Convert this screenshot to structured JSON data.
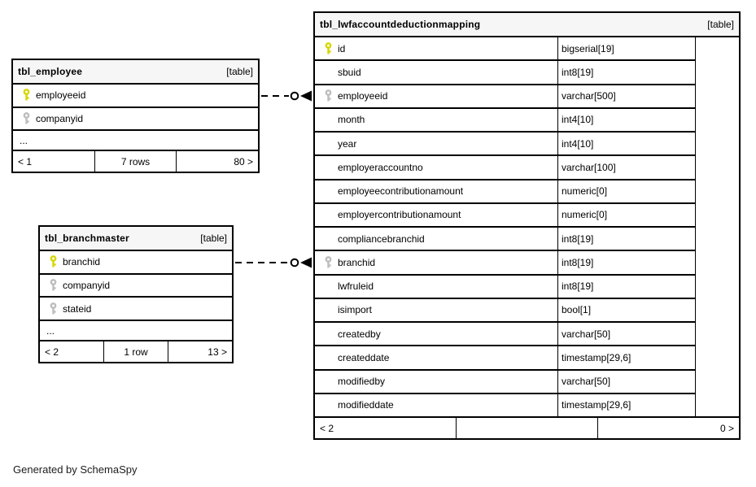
{
  "diagram": {
    "generated_by": "Generated by SchemaSpy",
    "colors": {
      "primary_key": "#d6d600",
      "foreign_key": "#bdbdbd",
      "header_bg": "#f6f6f6",
      "border": "#000000"
    },
    "relationships": [
      {
        "from": "tbl_employee.employeeid",
        "to": "tbl_lwfaccountdeductionmapping.employeeid"
      },
      {
        "from": "tbl_branchmaster.branchid",
        "to": "tbl_lwfaccountdeductionmapping.branchid"
      }
    ],
    "tables": [
      {
        "name": "tbl_employee",
        "tag": "[table]",
        "ellipsis": "...",
        "columns": [
          {
            "name": "employeeid",
            "key": "primary",
            "type": ""
          },
          {
            "name": "companyid",
            "key": "foreign",
            "type": ""
          }
        ],
        "footer": {
          "left": "< 1",
          "center": "7 rows",
          "right": "80 >"
        }
      },
      {
        "name": "tbl_branchmaster",
        "tag": "[table]",
        "ellipsis": "...",
        "columns": [
          {
            "name": "branchid",
            "key": "primary",
            "type": ""
          },
          {
            "name": "companyid",
            "key": "foreign",
            "type": ""
          },
          {
            "name": "stateid",
            "key": "foreign",
            "type": ""
          }
        ],
        "footer": {
          "left": "< 2",
          "center": "1 row",
          "right": "13 >"
        }
      },
      {
        "name": "tbl_lwfaccountdeductionmapping",
        "tag": "[table]",
        "columns": [
          {
            "name": "id",
            "key": "primary",
            "type": "bigserial[19]"
          },
          {
            "name": "sbuid",
            "key": "none",
            "type": "int8[19]"
          },
          {
            "name": "employeeid",
            "key": "foreign",
            "type": "varchar[500]"
          },
          {
            "name": "month",
            "key": "none",
            "type": "int4[10]"
          },
          {
            "name": "year",
            "key": "none",
            "type": "int4[10]"
          },
          {
            "name": "employeraccountno",
            "key": "none",
            "type": "varchar[100]"
          },
          {
            "name": "employeecontributionamount",
            "key": "none",
            "type": "numeric[0]"
          },
          {
            "name": "employercontributionamount",
            "key": "none",
            "type": "numeric[0]"
          },
          {
            "name": "compliancebranchid",
            "key": "none",
            "type": "int8[19]"
          },
          {
            "name": "branchid",
            "key": "foreign",
            "type": "int8[19]"
          },
          {
            "name": "lwfruleid",
            "key": "none",
            "type": "int8[19]"
          },
          {
            "name": "isimport",
            "key": "none",
            "type": "bool[1]"
          },
          {
            "name": "createdby",
            "key": "none",
            "type": "varchar[50]"
          },
          {
            "name": "createddate",
            "key": "none",
            "type": "timestamp[29,6]"
          },
          {
            "name": "modifiedby",
            "key": "none",
            "type": "varchar[50]"
          },
          {
            "name": "modifieddate",
            "key": "none",
            "type": "timestamp[29,6]"
          }
        ],
        "footer": {
          "left": "< 2",
          "center": "",
          "right": "0 >"
        }
      }
    ]
  }
}
